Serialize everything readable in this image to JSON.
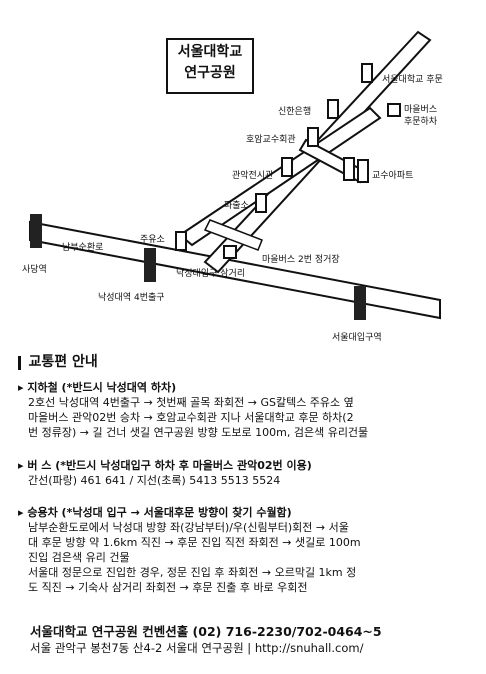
{
  "map": {
    "title_line1": "서울대학교",
    "title_line2": "연구공원",
    "labels": {
      "seoul_univ_front_gate": "서울대학교 후문",
      "village_bus_rear_stop": "마을버스",
      "village_bus_rear_stop2": "후문하차",
      "shinhan_bank": "신한은행",
      "hoam_faculty_house": "호암교수회관",
      "gwanak_apt": "관악전시관",
      "faculty_apt": "교수아파트",
      "police_box": "파출소",
      "gas_station": "주유소",
      "bus_stop_village2": "마을버스 2번 정거장",
      "sadang_station": "사당역",
      "nambu_circular_road": "남부순환로",
      "nakseongdae_exit4": "낙성대역 4번출구",
      "nakseongdae_entrance_junction": "낙성대입구 삼거리",
      "seoul_univ_entrance_station": "서울대입구역"
    }
  },
  "guide": {
    "heading": "교통편 안내",
    "subway_title": "지하철 (*반드시 낙성대역 하차)",
    "subway_lines": [
      "2호선 낙성대역 4번출구 → 첫번째 골목 좌회전 → GS칼텍스 주유소 옆",
      "마을버스 관악02번 승차 → 호암교수회관 지나 서울대학교 후문 하차(2",
      "번 정류장) → 길 건너 샛길 연구공원 방향 도보로 100m, 검은색 유리건물"
    ],
    "bus_title": "버   스 (*반드시 낙성대입구 하차 후 마을버스 관악02번 이용)",
    "bus_lines": [
      "간선(파랑) 461 641 / 지선(초록) 5413 5513 5524"
    ],
    "car_title": "승용차 (*낙성대 입구 → 서울대후문 방향이 찾기 수월함)",
    "car_lines": [
      "남부순환도로에서 낙성대 방향 좌(강남부터)/우(신림부터)회전 → 서울",
      "대 후문 방향 약 1.6km 직진 → 후문 진입 직전 좌회전 → 샛길로 100m",
      "진입 검은색 유리 건물",
      "서울대 정문으로 진입한 경우, 정문 진입 후 좌회전 → 오르막길 1km 정",
      "도 직진 → 기숙사 삼거리 좌회전 → 후문 진출 후 바로 우회전"
    ],
    "contact_title": "서울대학교 연구공원 컨벤션홀 (02) 716-2230/702-0464~5",
    "address": "서울 관악구 봉천7동 산4-2 서울대 연구공원 | http://snuhall.com/"
  }
}
